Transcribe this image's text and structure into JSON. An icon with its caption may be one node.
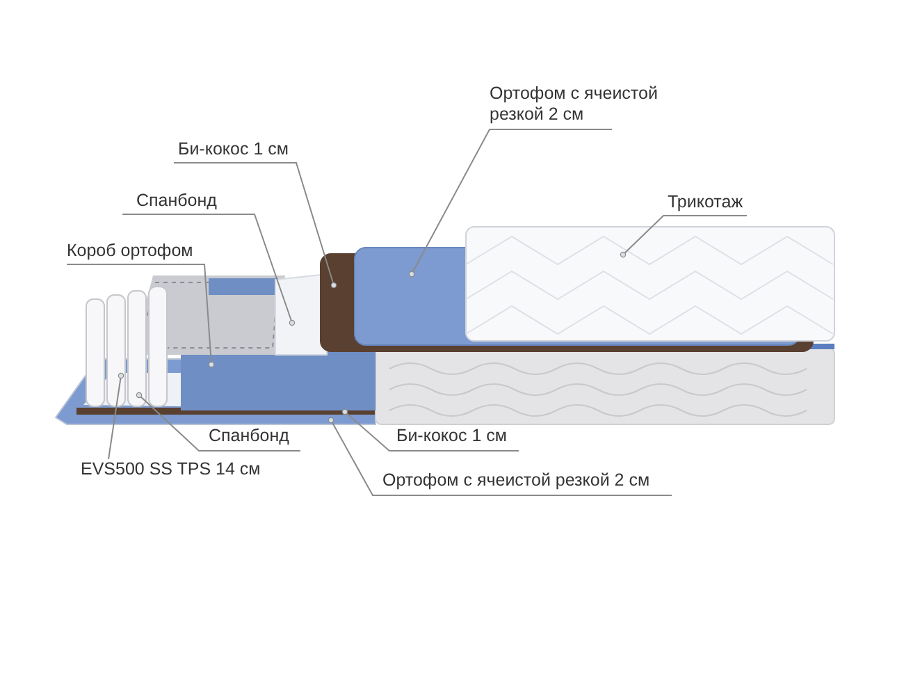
{
  "diagram": {
    "nodes": [
      {
        "text": [
          "Ортофом с ячеистой резкой 2 см"
        ]
      },
      {
        "text": [
          "Би-кокос 1 см"
        ]
      },
      {
        "text": [
          "Спанбонд"
        ]
      },
      {
        "text": [
          "Трикотаж"
        ]
      },
      {
        "text": [
          "Короб ортофом"
        ]
      },
      {
        "text": [
          "Спанбонд"
        ]
      },
      {
        "text": [
          "Би-кокос 1 см"
        ]
      },
      {
        "text": [
          "EVS500 SS TPS 14 см"
        ]
      },
      {
        "text": [
          "Ортофом с ячеистой резкой 2 см"
        ]
      }
    ],
    "edges": [
      {
        "from": 0,
        "to": null,
        "arrow": "other"
      },
      {
        "from": 1,
        "to": null,
        "arrow": "other"
      },
      {
        "from": 2,
        "to": null,
        "arrow": "other"
      },
      {
        "from": 3,
        "to": null,
        "arrow": "other"
      },
      {
        "from": 4,
        "to": null,
        "arrow": "other"
      },
      {
        "from": 5,
        "to": null,
        "arrow": "other"
      },
      {
        "from": 6,
        "to": null,
        "arrow": "other"
      },
      {
        "from": 7,
        "to": null,
        "arrow": "other"
      },
      {
        "from": 8,
        "to": null,
        "arrow": "other"
      }
    ]
  }
}
